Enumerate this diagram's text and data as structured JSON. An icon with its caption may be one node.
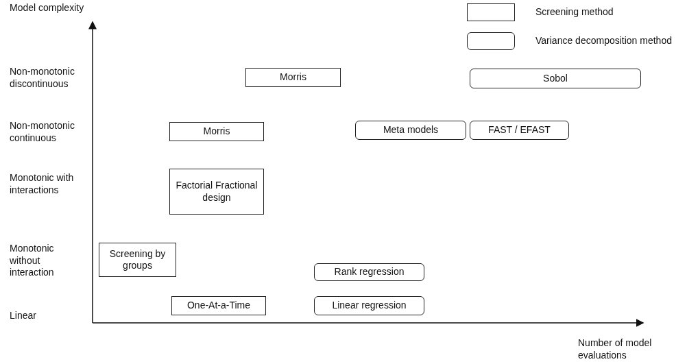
{
  "diagram": {
    "nodes": [
      {
        "text": [
          "Morris"
        ]
      },
      {
        "text": [
          "Sobol"
        ]
      },
      {
        "text": [
          "Morris"
        ]
      },
      {
        "text": [
          "Meta models"
        ]
      },
      {
        "text": [
          "FAST / EFAST"
        ]
      },
      {
        "text": [
          "Factorial Fractional design"
        ]
      },
      {
        "text": [
          "Screening by groups"
        ]
      },
      {
        "text": [
          "Rank regression"
        ]
      },
      {
        "text": [
          "One-At-a-Time"
        ]
      },
      {
        "text": [
          "Linear regression"
        ]
      }
    ],
    "edges": [],
    "labels": [
      "Model complexity",
      "Non-monotonic discontinuous",
      "Non-monotonic continuous",
      "Monotonic with interactions",
      "Monotonic without interaction",
      "Linear",
      "Number of model evaluations"
    ],
    "legend": [
      {
        "text": "Screening method"
      },
      {
        "text": "Variance decomposition method"
      }
    ]
  }
}
